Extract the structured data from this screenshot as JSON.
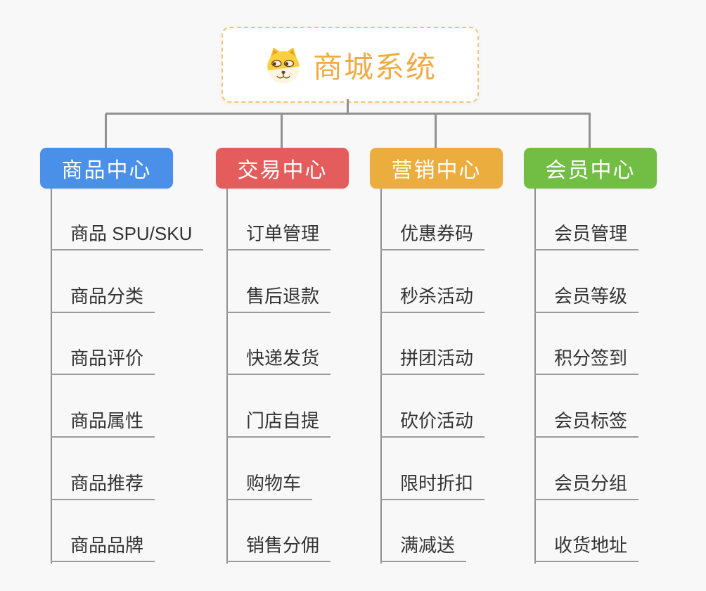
{
  "root": {
    "title": "商城系统",
    "icon": "dog-face-icon"
  },
  "branches": [
    {
      "label": "商品中心",
      "color": "#4a8fe8",
      "children": [
        "商品 SPU/SKU",
        "商品分类",
        "商品评价",
        "商品属性",
        "商品推荐",
        "商品品牌"
      ]
    },
    {
      "label": "交易中心",
      "color": "#e45c5c",
      "children": [
        "订单管理",
        "售后退款",
        "快递发货",
        "门店自提",
        "购物车",
        "销售分佣"
      ]
    },
    {
      "label": "营销中心",
      "color": "#ecad3f",
      "children": [
        "优惠券码",
        "秒杀活动",
        "拼团活动",
        "砍价活动",
        "限时折扣",
        "满减送"
      ]
    },
    {
      "label": "会员中心",
      "color": "#72be44",
      "children": [
        "会员管理",
        "会员等级",
        "积分签到",
        "会员标签",
        "会员分组",
        "收货地址"
      ]
    }
  ],
  "colors": {
    "background": "#f8f8f8",
    "connector": "#919191",
    "underline": "#9b9b9b",
    "leaf_text": "#333333",
    "node_text": "#ffffff",
    "root_text": "#f0ab45",
    "root_border": "#f2c379",
    "root_bg": "#ffffff"
  }
}
